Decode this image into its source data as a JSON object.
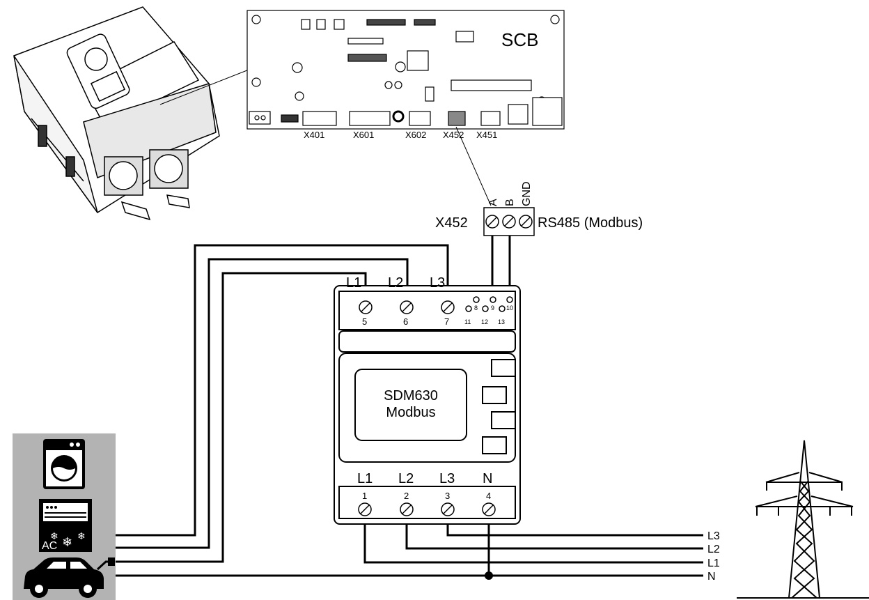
{
  "scb": {
    "title": "SCB",
    "connectors": [
      "X401",
      "X601",
      "X602",
      "X452",
      "X451"
    ]
  },
  "terminal_block": {
    "name": "X452",
    "description": "RS485 (Modbus)",
    "pins": [
      "A",
      "B",
      "GND"
    ]
  },
  "meter": {
    "model_line1": "SDM630",
    "model_line2": "Modbus",
    "top_labels": [
      "L1",
      "L2",
      "L3"
    ],
    "top_terminals": [
      "5",
      "6",
      "7"
    ],
    "small_terminals": [
      "8",
      "9",
      "10",
      "11",
      "12",
      "13"
    ],
    "bottom_labels": [
      "L1",
      "L2",
      "L3",
      "N"
    ],
    "bottom_terminals": [
      "1",
      "2",
      "3",
      "4"
    ]
  },
  "grid_lines": [
    "L3",
    "L2",
    "L1",
    "N"
  ],
  "consumers": {
    "ac_label": "AC"
  },
  "icons": [
    "inverter-icon",
    "washing-machine-icon",
    "air-conditioner-icon",
    "electric-car-icon",
    "power-pylon-icon"
  ],
  "colors": {
    "line": "#000000",
    "consumer_panel": "#b3b3b3"
  }
}
